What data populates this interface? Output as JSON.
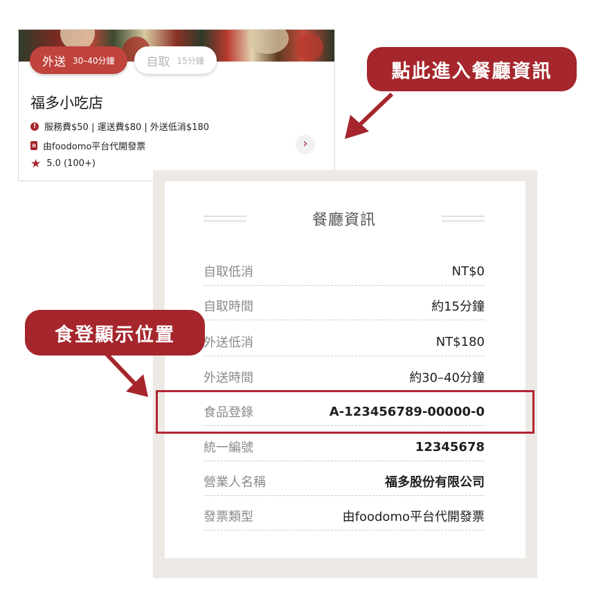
{
  "card": {
    "tabs": [
      {
        "label": "外送",
        "time": "30–40分鐘"
      },
      {
        "label": "自取",
        "time": "15分鐘"
      }
    ],
    "shop_name": "福多小吃店",
    "fees": "服務費$50 | 運送費$80 | 外送低消$180",
    "invoice": "由foodomo平台代開發票",
    "rating": "5.0 (100+)",
    "icons": {
      "fee": "info-icon",
      "invoice": "receipt-icon",
      "rating": "star-icon",
      "more": "chevron-right-icon"
    }
  },
  "callouts": {
    "top": "點此進入餐廳資訊",
    "middle": "食登顯示位置"
  },
  "panel": {
    "title": "餐廳資訊",
    "rows": [
      {
        "label": "自取低消",
        "value": "NT$0"
      },
      {
        "label": "自取時間",
        "value": "約15分鐘"
      },
      {
        "label": "外送低消",
        "value": "NT$180"
      },
      {
        "label": "外送時間",
        "value": "約30–40分鐘"
      },
      {
        "label": "食品登錄",
        "value": "A-123456789-00000-0"
      },
      {
        "label": "統一編號",
        "value": "12345678"
      },
      {
        "label": "營業人名稱",
        "value": "福多股份有限公司"
      },
      {
        "label": "發票類型",
        "value": "由foodomo平台代開發票"
      }
    ]
  },
  "colors": {
    "brand": "#a5262c",
    "tab_active": "#c0433e",
    "panel_border": "#ede9e5"
  }
}
